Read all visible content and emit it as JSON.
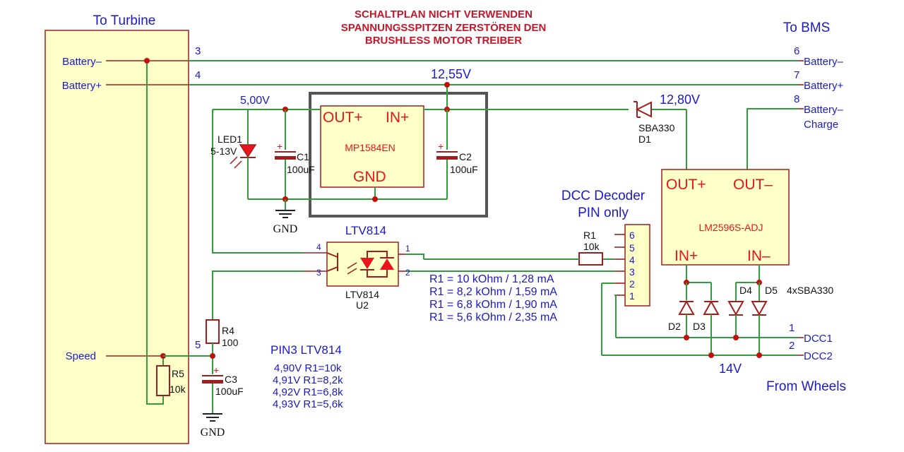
{
  "warning": {
    "line1": "SCHALTPLAN NICHT VERWENDEN",
    "line2": "SPANNUNGSSPITZEN ZERSTÖREN DEN",
    "line3": "BRUSHLESS MOTOR TREIBER"
  },
  "turbine": {
    "title": "To Turbine",
    "battery_minus": "Battery–",
    "battery_plus": "Battery+",
    "speed": "Speed"
  },
  "bms": {
    "title": "To BMS",
    "pin6": "6",
    "pin6_label": "Battery–",
    "pin7": "7",
    "pin7_label": "Battery+",
    "pin8": "8",
    "pin8_label1": "Battery–",
    "pin8_label2": "Charge"
  },
  "pins": {
    "p3": "3",
    "p4": "4",
    "p5": "5"
  },
  "voltages": {
    "v1255": "12,55V",
    "v500": "5,00V",
    "v1280": "12,80V",
    "v14": "14V"
  },
  "mp1584": {
    "out_plus": "OUT+",
    "in_plus": "IN+",
    "name": "MP1584EN",
    "gnd": "GND"
  },
  "led1": {
    "ref": "LED1",
    "value": "5-13V"
  },
  "c1": {
    "ref": "C1",
    "value": "100uF"
  },
  "c2": {
    "ref": "C2",
    "value": "100uF"
  },
  "c3": {
    "ref": "C3",
    "value": "100uF"
  },
  "gnd_label": "GND",
  "d1": {
    "part": "SBA330",
    "ref": "D1"
  },
  "lm2596": {
    "out_plus": "OUT+",
    "out_minus": "OUT–",
    "name": "LM2596S-ADJ",
    "in_plus": "IN+",
    "in_minus": "IN–"
  },
  "decoder": {
    "title1": "DCC Decoder",
    "title2": "PIN only",
    "pins": [
      "6",
      "5",
      "4",
      "3",
      "2",
      "1"
    ]
  },
  "r1": {
    "ref": "R1",
    "value": "10k"
  },
  "ltv": {
    "title": "LTV814",
    "part": "LTV814",
    "ref": "U2",
    "p1": "1",
    "p2": "2",
    "p3": "3",
    "p4": "4"
  },
  "r1_table": [
    "R1 = 10 kOhm / 1,28 mA",
    "R1 = 8,2 kOhm / 1,59 mA",
    "R1 = 6,8 kOhm / 1,90 mA",
    "R1 = 5,6 kOhm / 2,35 mA"
  ],
  "r4": {
    "ref": "R4",
    "value": "100"
  },
  "r5": {
    "ref": "R5",
    "value": "10k"
  },
  "pin3_table": {
    "title": "PIN3 LTV814",
    "rows": [
      "4,90V R1=10k",
      "4,91V R1=8,2k",
      "4,92V R1=6,8k",
      "4,93V R1=5,6k"
    ]
  },
  "diodes": {
    "d2": "D2",
    "d3": "D3",
    "d4": "D4",
    "d5": "D5",
    "note": "4xSBA330"
  },
  "dcc": {
    "pin1": "1",
    "label1": "DCC1",
    "pin2": "2",
    "label2": "DCC2"
  },
  "from_wheels": "From Wheels"
}
